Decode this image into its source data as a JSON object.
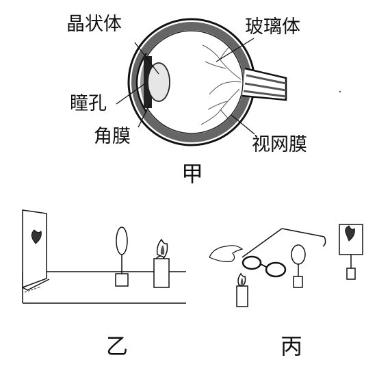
{
  "eye_diagram": {
    "caption": "甲",
    "labels": {
      "lens": "晶状体",
      "vitreous": "玻璃体",
      "pupil": "瞳孔",
      "cornea": "角膜",
      "retina": "视网膜"
    }
  },
  "setup_yi": {
    "caption": "乙"
  },
  "setup_bing": {
    "caption": "丙"
  }
}
